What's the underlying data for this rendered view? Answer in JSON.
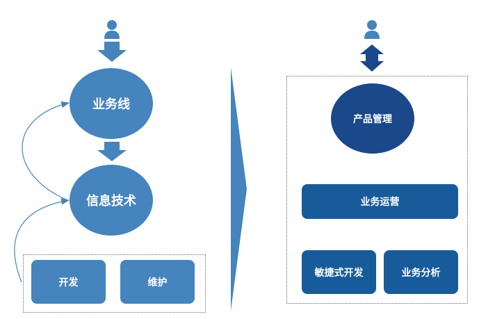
{
  "colors": {
    "left_fill": "#4584bd",
    "right_ellipse_fill": "#1a488a",
    "right_box_fill": "#185b9a",
    "connector": "#4584bd",
    "dotted_border": "#666666"
  },
  "left": {
    "user_icon": "person-icon",
    "nodes": {
      "business_line": "业务线",
      "it": "信息技术"
    },
    "group": {
      "dev": "开发",
      "maintain": "维护"
    }
  },
  "transition_arrow": "chevron-right-arrow",
  "right": {
    "user_icon": "person-icon",
    "nodes": {
      "product_mgmt": "产品管理",
      "biz_ops": "业务运营",
      "agile_dev": "敏捷式开发",
      "biz_analysis": "业务分析"
    }
  }
}
